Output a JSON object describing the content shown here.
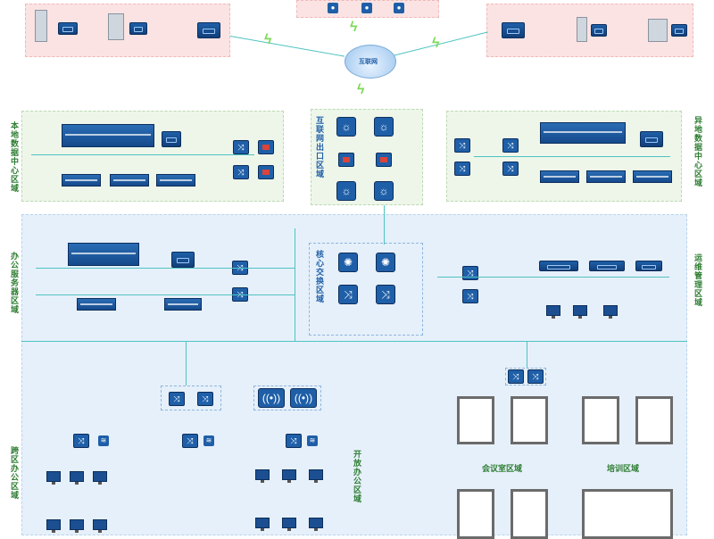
{
  "internet_label": "互联网",
  "zones": {
    "dc_left": "本地数据中心区域",
    "isp": "互联网出口区域",
    "dc_right": "异地数据中心区域",
    "server": "办公服务器区域",
    "core": "核心交换区域",
    "ops": "运维管理区域",
    "branch": "跨区办公区域",
    "open": "开放办公区域",
    "meeting": "会议室区域",
    "training": "培训区域"
  },
  "colors": {
    "accent_blue": "#1f5fa8",
    "link": "#4fc3c3",
    "zone_label": "#2e7d32",
    "wireless": "#7ed957"
  }
}
